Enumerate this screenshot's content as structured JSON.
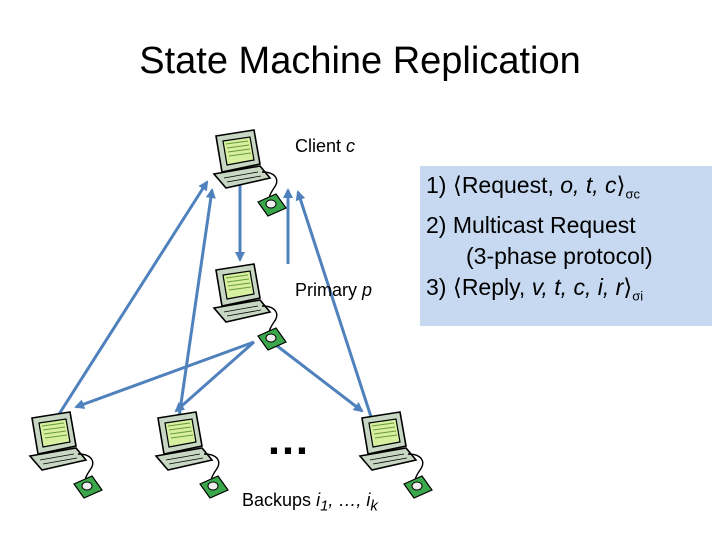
{
  "title": "State Machine Replication",
  "nodes": {
    "client": {
      "label": "Client",
      "var": "c"
    },
    "primary": {
      "label": "Primary",
      "var": "p"
    },
    "backups": {
      "label": "Backups",
      "var_first": "i",
      "sub_first": "1",
      "sep": ", …, ",
      "var_last": "i",
      "sub_last": "k"
    }
  },
  "ellipsis": "…",
  "steps": {
    "s1": {
      "prefix": "1) ⟨Request, ",
      "vars": "o, t, c",
      "suffix": "⟩",
      "sub": "σc"
    },
    "s2": "2) Multicast Request",
    "s2b": "(3-phase protocol)",
    "s3": {
      "prefix": "3) ⟨Reply, ",
      "vars": "v, t, c, i, r",
      "suffix": "⟩",
      "sub": "σi"
    }
  },
  "colors": {
    "arrow": "#4f81bd",
    "box": "#c6d9f1",
    "computer_screen": "#d6f0a0",
    "computer_case": "#c8d7c4"
  },
  "icons": [
    "computer-icon"
  ]
}
